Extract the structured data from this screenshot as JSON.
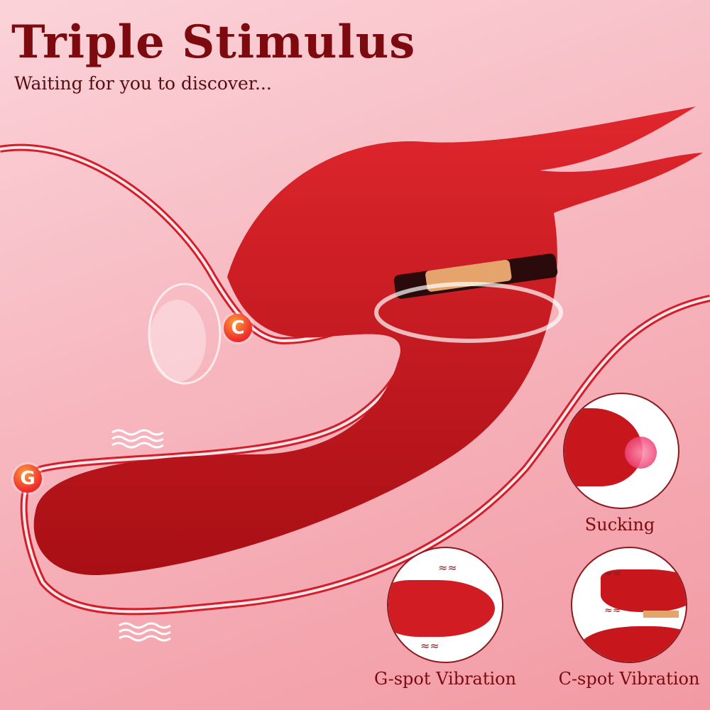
{
  "header": {
    "title": "Triple Stimulus",
    "subtitle": "Waiting for you to discover..."
  },
  "badges": [
    {
      "letter": "C",
      "meaning": "c-spot"
    },
    {
      "letter": "G",
      "meaning": "g-spot"
    }
  ],
  "features": [
    {
      "label": "Sucking"
    },
    {
      "label": "G-spot Vibration"
    },
    {
      "label": "C-spot Vibration"
    }
  ],
  "colors": {
    "title": "#7d0a0e",
    "product_red": "#c8161d",
    "background": "#f7b7bf",
    "badge": "#ee2a2a"
  }
}
